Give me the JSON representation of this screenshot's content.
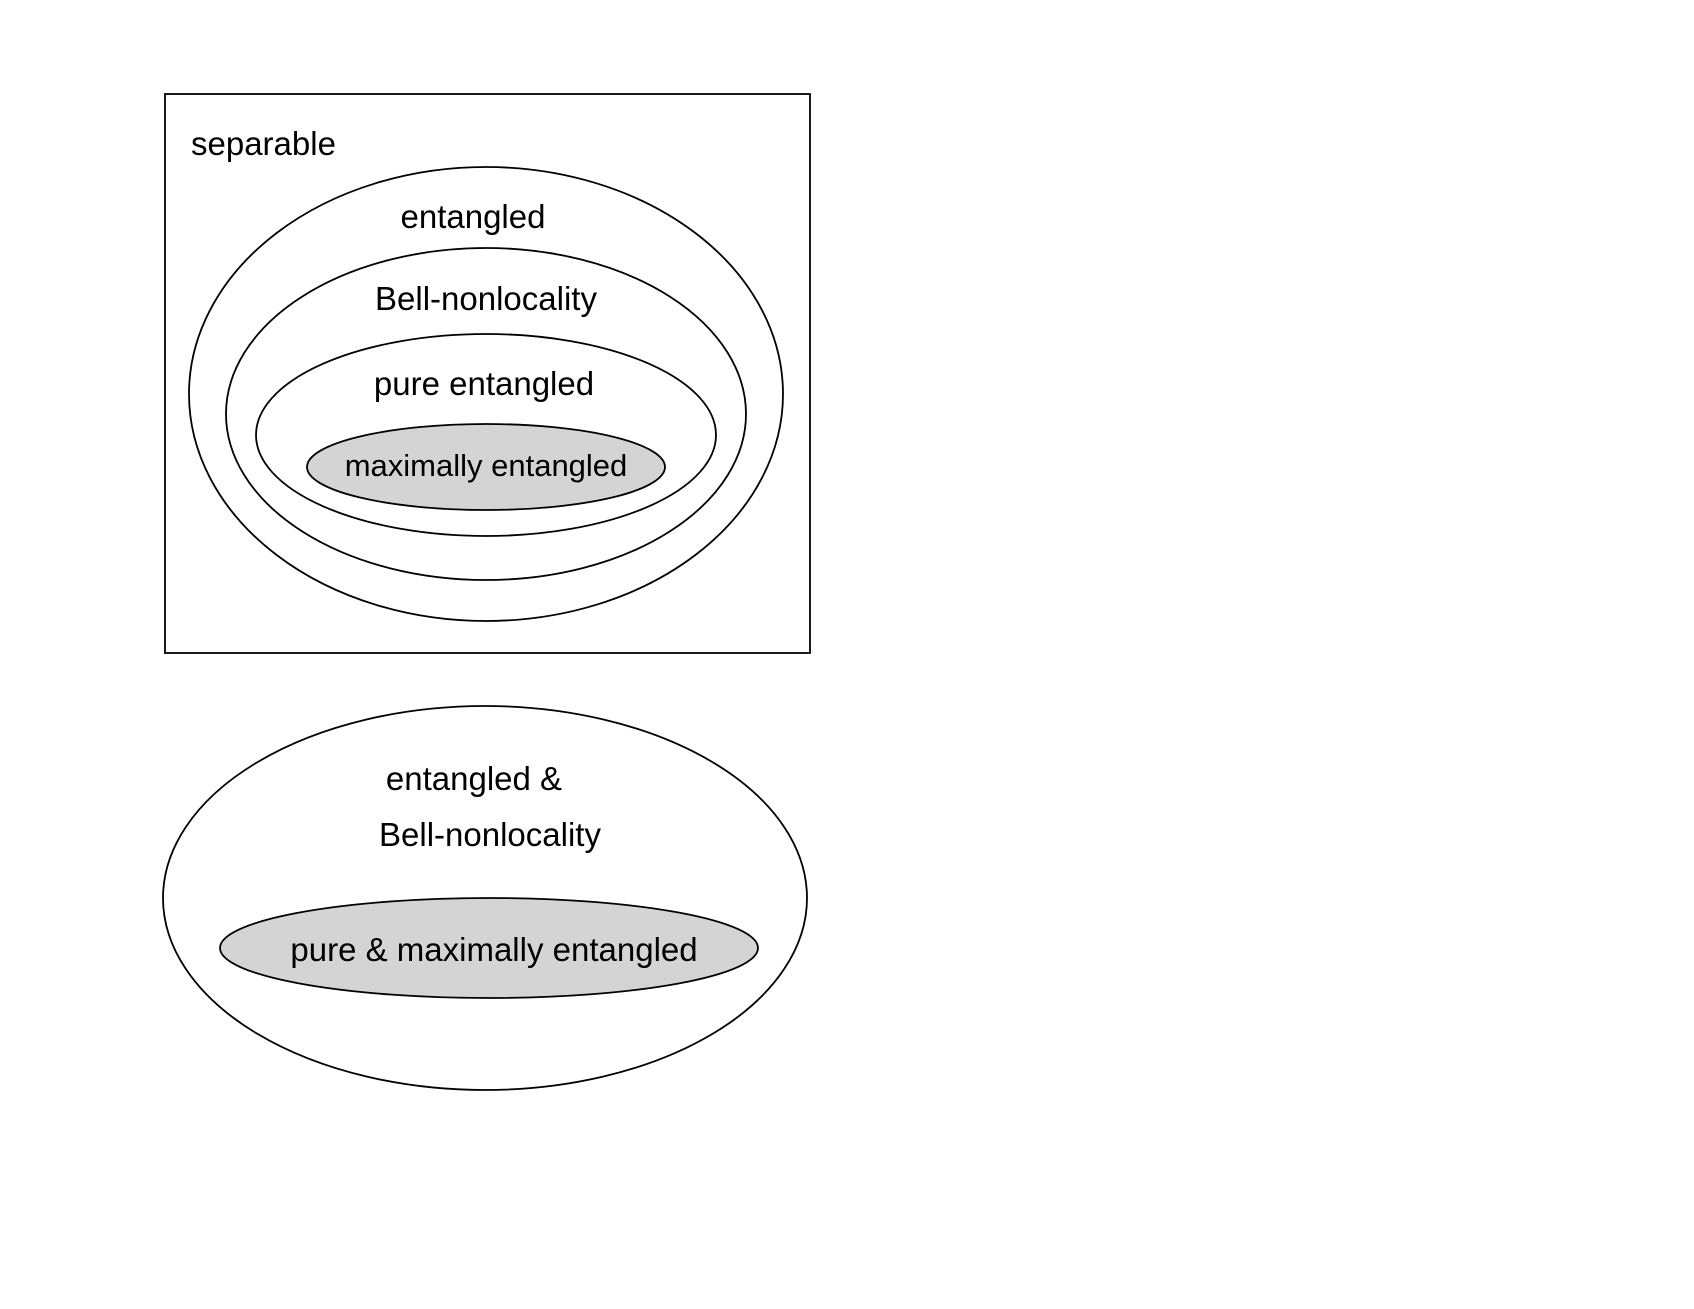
{
  "colors": {
    "stroke": "#000000",
    "background": "#ffffff",
    "highlight_fill": "#d4d4d4"
  },
  "top_diagram": {
    "outer_label": "separable",
    "labels": {
      "entangled": "entangled",
      "bell_nonlocality": "Bell-nonlocality",
      "pure_entangled": "pure entangled",
      "maximally_entangled": "maximally entangled"
    }
  },
  "bottom_diagram": {
    "outer_label_line1": "entangled &",
    "outer_label_line2": "Bell-nonlocality",
    "inner_label": "pure & maximally entangled"
  }
}
